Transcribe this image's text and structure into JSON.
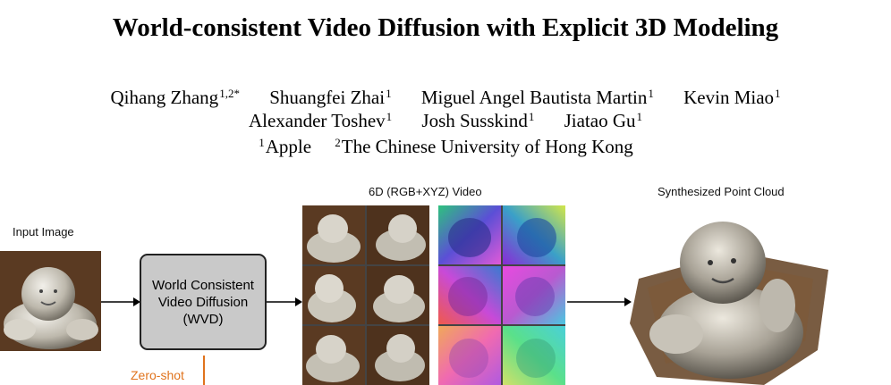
{
  "paper": {
    "title": "World-consistent Video Diffusion with Explicit 3D Modeling",
    "authors_row1": [
      {
        "name": "Qihang Zhang",
        "sup": "1,2*"
      },
      {
        "name": "Shuangfei Zhai",
        "sup": "1"
      },
      {
        "name": "Miguel Angel Bautista Martin",
        "sup": "1"
      },
      {
        "name": "Kevin Miao",
        "sup": "1"
      }
    ],
    "authors_row2": [
      {
        "name": "Alexander Toshev",
        "sup": "1"
      },
      {
        "name": "Josh Susskind",
        "sup": "1"
      },
      {
        "name": "Jiatao Gu",
        "sup": "1"
      }
    ],
    "affiliations": [
      {
        "sup": "1",
        "name": "Apple"
      },
      {
        "sup": "2",
        "name": "The Chinese University of Hong Kong"
      }
    ]
  },
  "figure": {
    "input_label": "Input Image",
    "model_label": "World Consistent Video Diffusion (WVD)",
    "model_lines": [
      "World Consistent",
      "Video Diffusion",
      "(WVD)"
    ],
    "video_label": "6D (RGB+XYZ) Video",
    "cloud_label": "Synthesized Point Cloud",
    "zero_shot_label": "Zero-shot",
    "colors": {
      "accent_orange": "#e0731d",
      "box_fill": "#c9c9c9",
      "wood": "#5a3a22"
    }
  }
}
